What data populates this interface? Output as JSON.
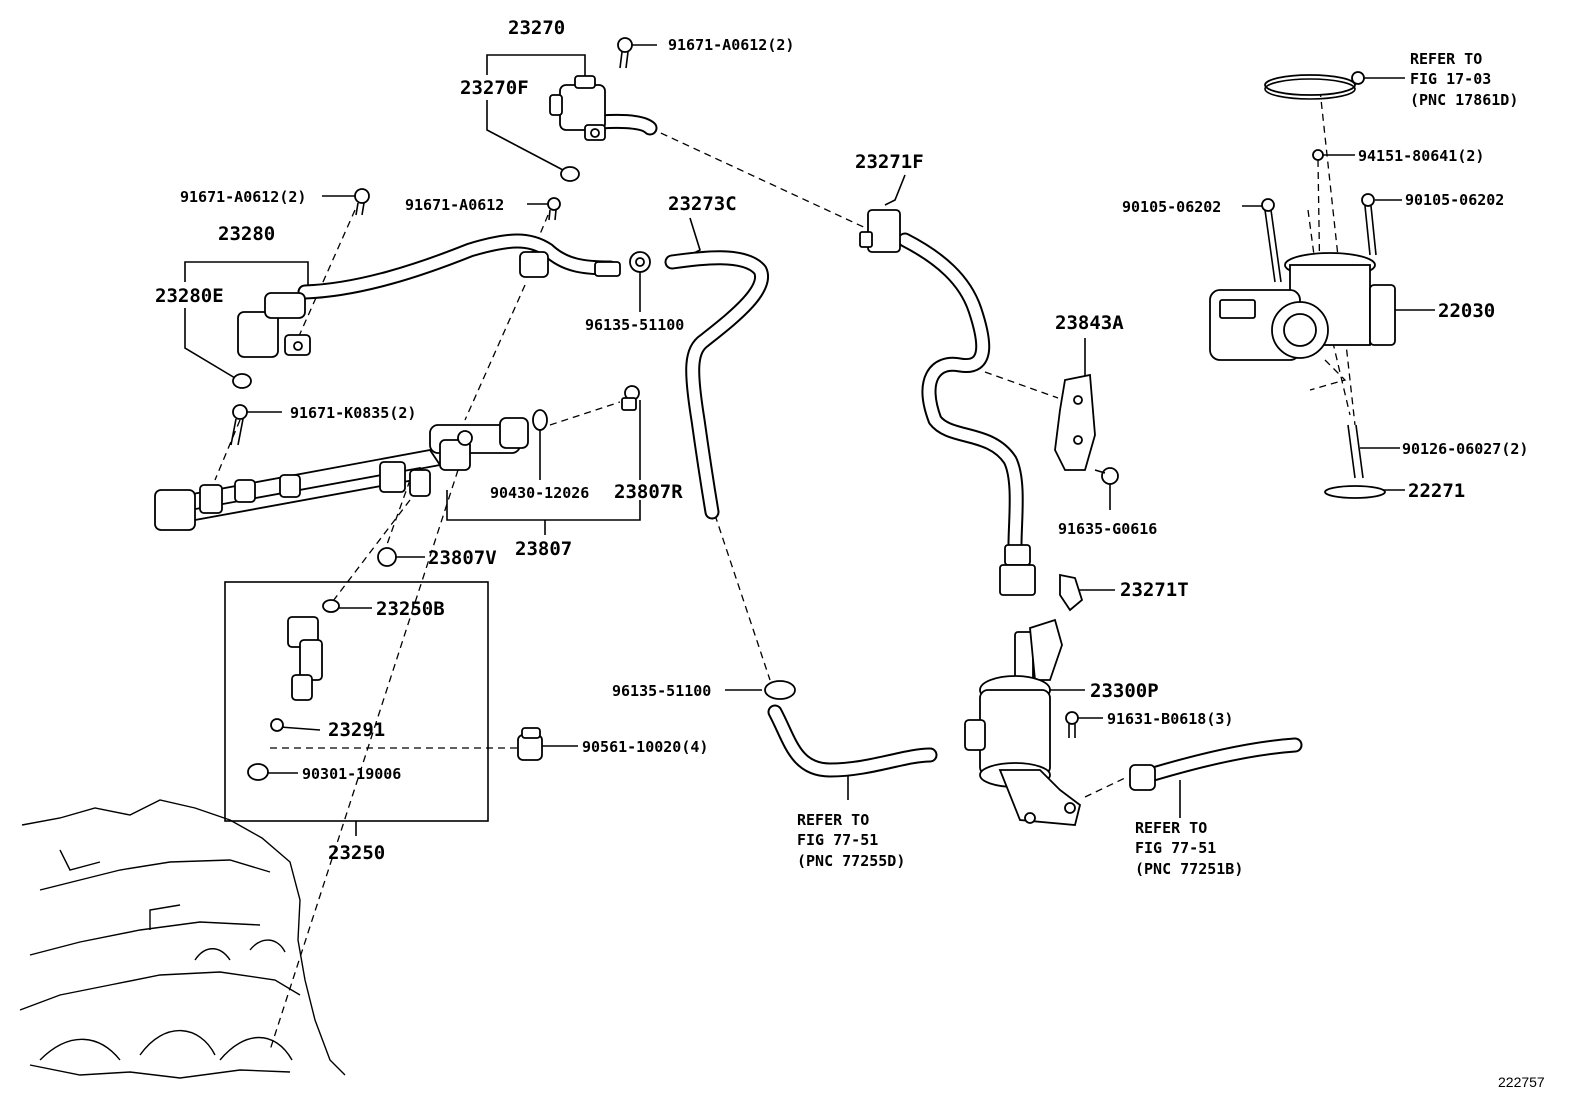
{
  "diagram_id": "222757",
  "labels": {
    "p23270": "23270",
    "p23270F": "23270F",
    "p91671_A0612_2_top": "91671-A0612(2)",
    "p91671_A0612_2_left": "91671-A0612(2)",
    "p91671_A0612": "91671-A0612",
    "p23273C": "23273C",
    "p23271F": "23271F",
    "p23280": "23280",
    "p23280E": "23280E",
    "p96135_51100_a": "96135-51100",
    "p96135_51100_b": "96135-51100",
    "p91671_K0835_2": "91671-K0835(2)",
    "p90430_12026": "90430-12026",
    "p23807R": "23807R",
    "p23807": "23807",
    "p23807V": "23807V",
    "p23250B": "23250B",
    "p23291": "23291",
    "p90561_10020_4": "90561-10020(4)",
    "p90301_19006": "90301-19006",
    "p23250": "23250",
    "p23843A": "23843A",
    "p91635_G0616": "91635-G0616",
    "p23271T": "23271T",
    "p23300P": "23300P",
    "p91631_B0618_3": "91631-B0618(3)",
    "p94151_80641_2": "94151-80641(2)",
    "p90105_06202_l": "90105-06202",
    "p90105_06202_r": "90105-06202",
    "p22030": "22030",
    "p90126_06027_2": "90126-06027(2)",
    "p22271": "22271"
  },
  "refer": {
    "r1": [
      "REFER TO",
      "FIG 17-03",
      "(PNC 17861D)"
    ],
    "r2": [
      "REFER TO",
      "FIG 77-51",
      "(PNC 77255D)"
    ],
    "r3": [
      "REFER TO",
      "FIG 77-51",
      "(PNC 77251B)"
    ]
  }
}
